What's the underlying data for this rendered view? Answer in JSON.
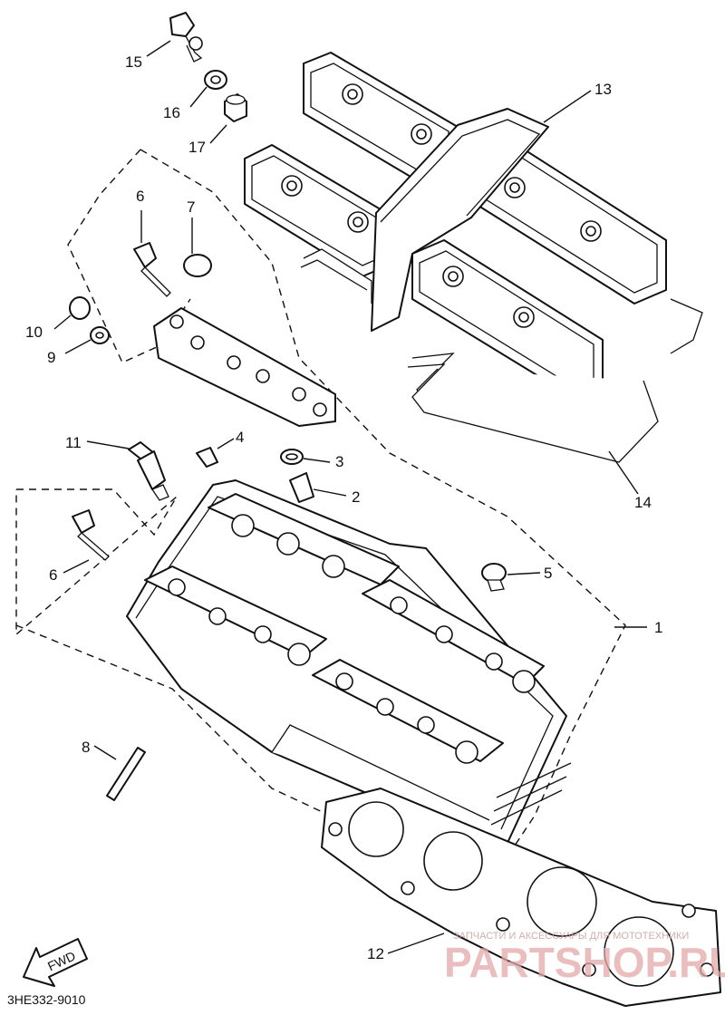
{
  "callouts": [
    "1",
    "2",
    "3",
    "4",
    "5",
    "6",
    "7",
    "8",
    "9",
    "10",
    "11",
    "12",
    "13",
    "14",
    "15",
    "16",
    "17"
  ],
  "callout_6_second": "6",
  "diagram_code": "3HE332-9010",
  "fwd_label": "FWD",
  "watermark": {
    "small": "ЗАПЧАСТИ И АКСЕССУАРЫ ДЛЯ МОТОТЕХНИКИ",
    "big": "PARTSHOP.RU"
  }
}
